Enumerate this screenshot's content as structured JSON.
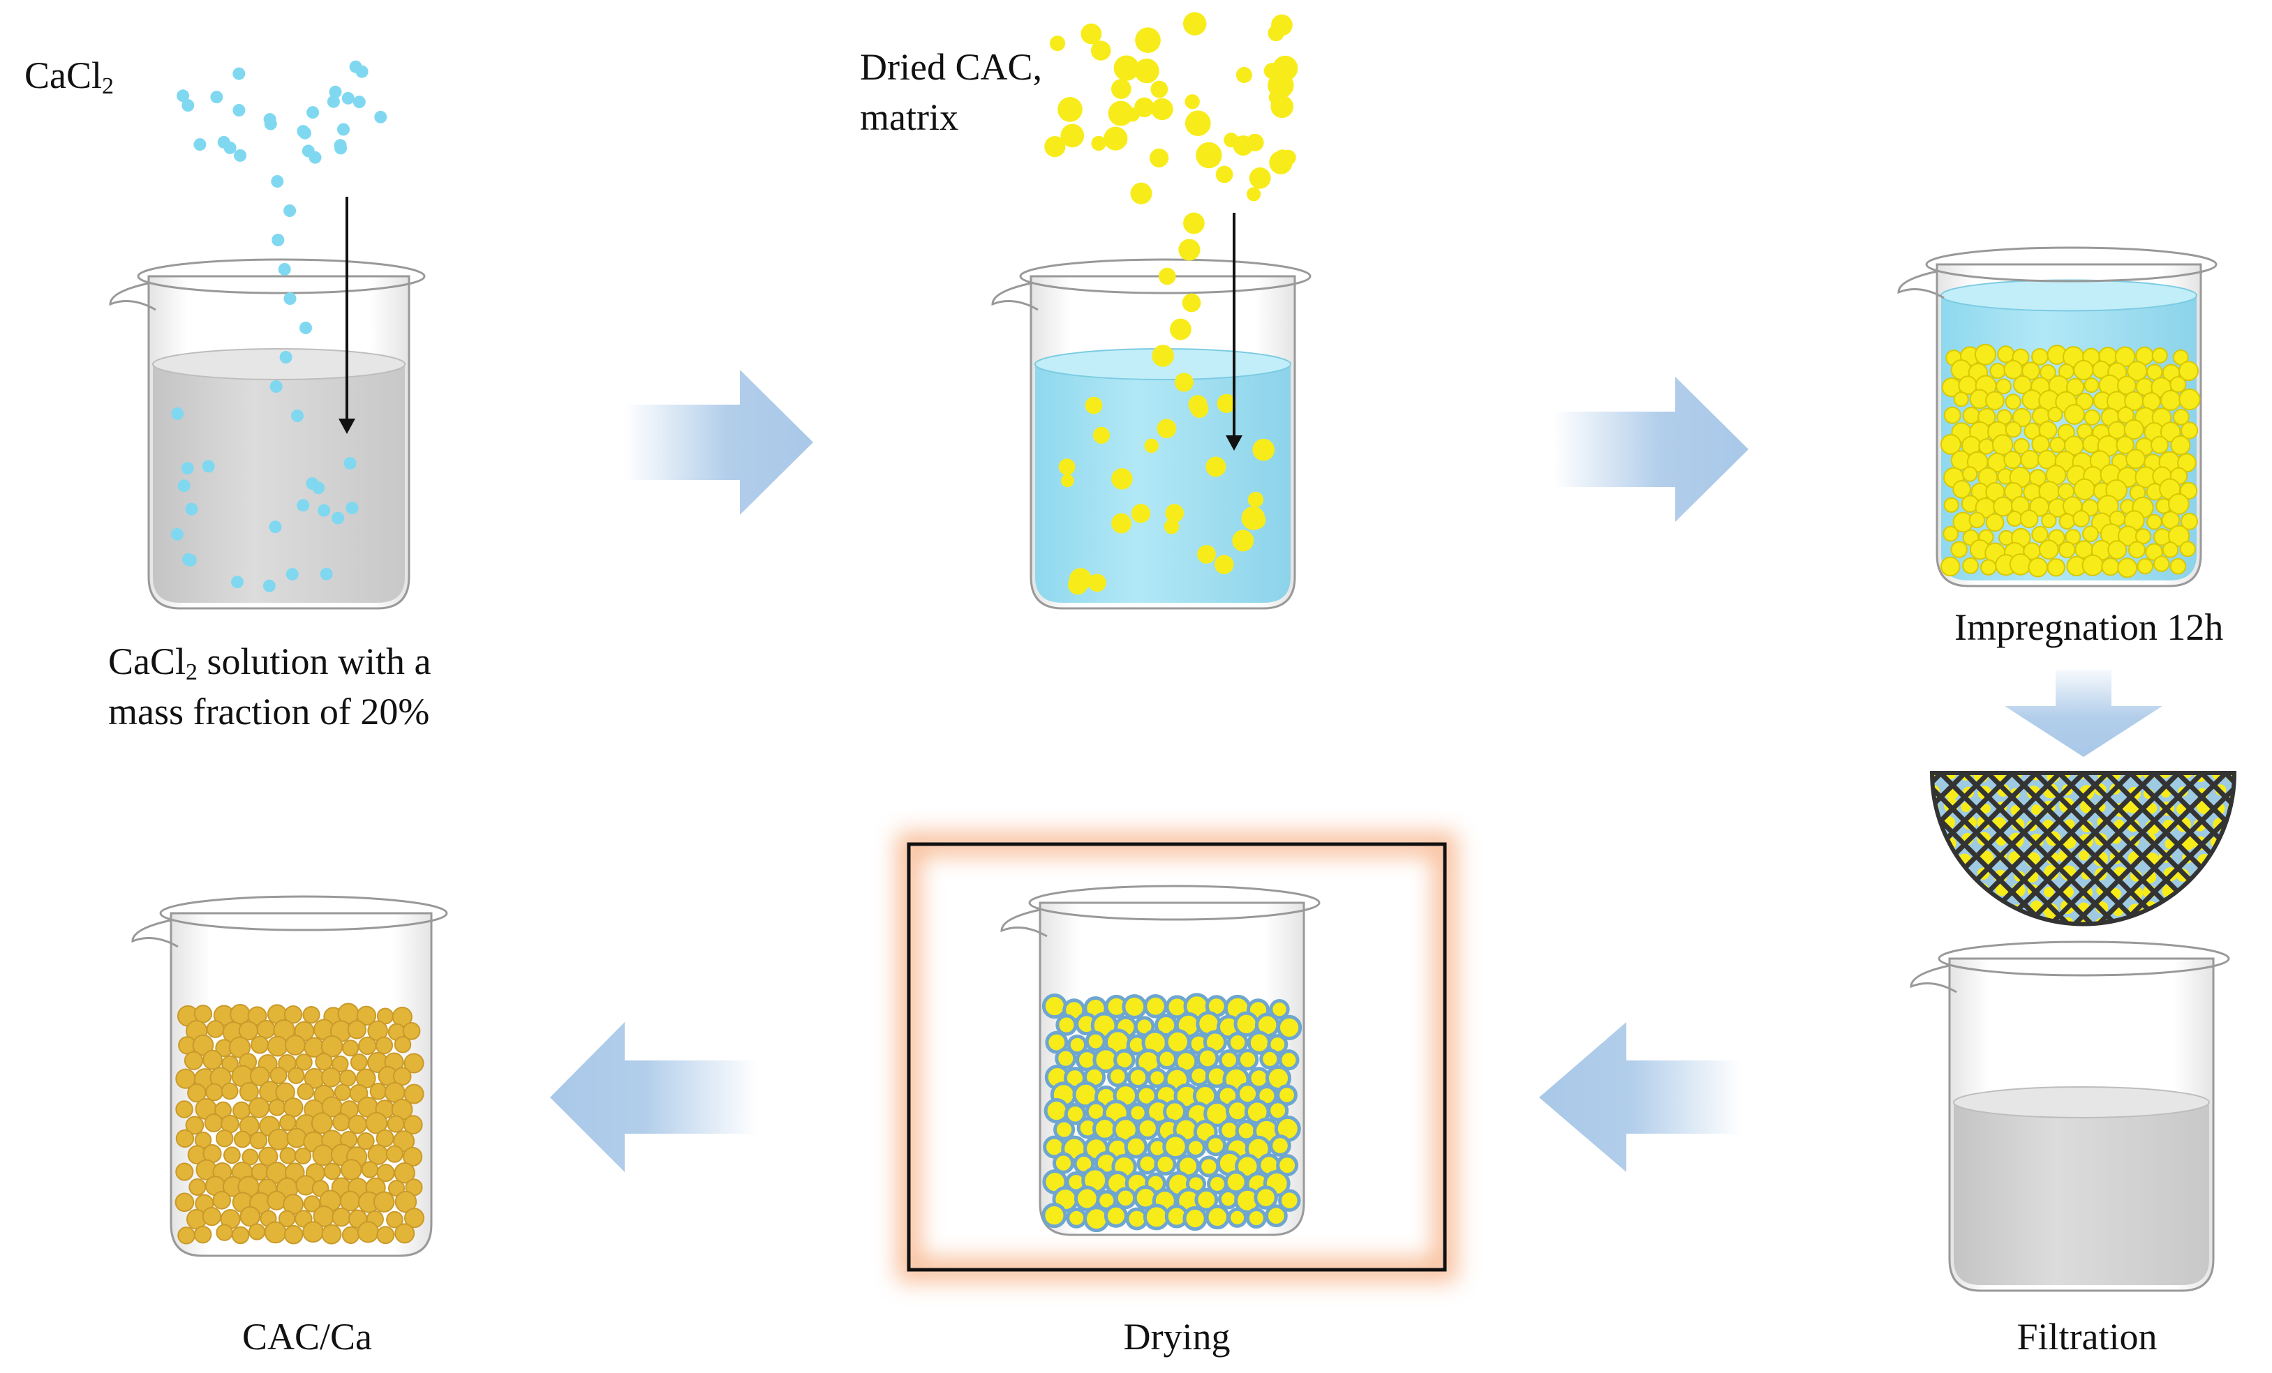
{
  "labels": {
    "cacl2_base": "CaCl",
    "cacl2_sub": "2",
    "dried_line1": "Dried CAC,",
    "dried_line2": "matrix",
    "solution_line1_sub": "2",
    "solution_line1_rest": " solution with a",
    "solution_line2": "mass fraction of 20%",
    "impregnation": "Impregnation 12h",
    "filtration": "Filtration",
    "drying": "Drying",
    "product": "CAC/Ca"
  },
  "colors": {
    "cacl2_particle": "#7fd8f0",
    "cac_particle": "#f7ec1a",
    "cac_particle_stroke": "#d8c800",
    "product_particle": "#e2b539",
    "coated_particle_ring": "#6ea6cf",
    "solution_blue": "#9fe0f2",
    "solution_gray": "#d3d3d3",
    "arrow_blue": "#a9c8e8",
    "drying_glow": "#f6a978",
    "mesh": "#333333"
  }
}
